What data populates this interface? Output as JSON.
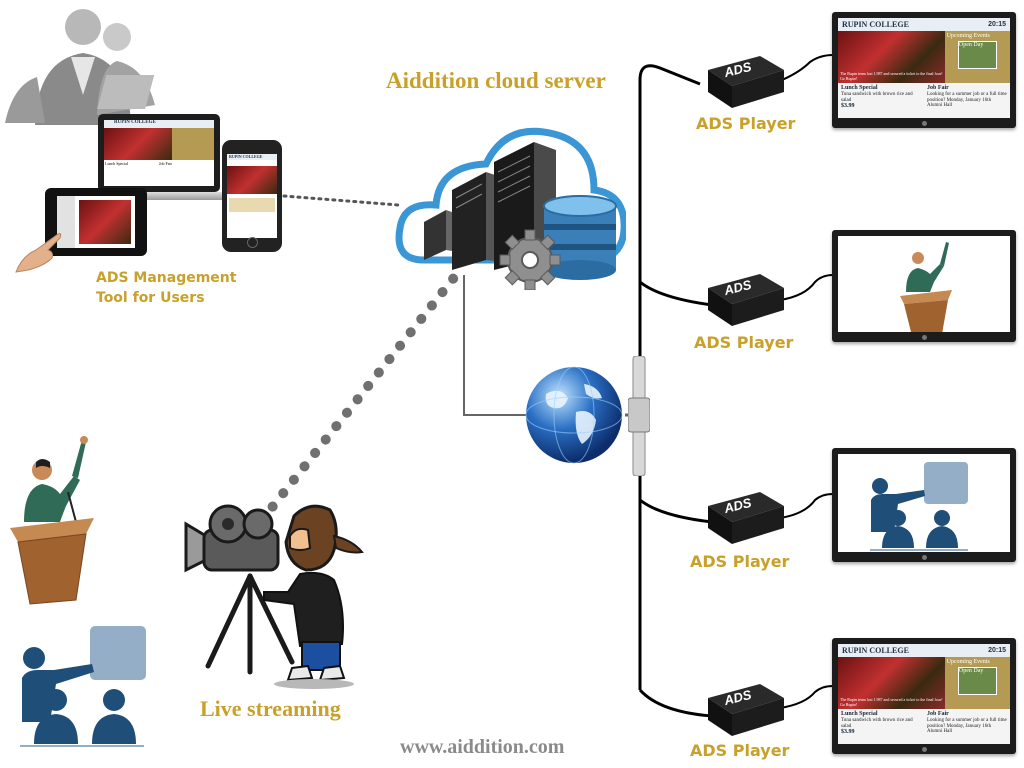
{
  "header": {
    "title": "Aiddition cloud server"
  },
  "footer": {
    "website": "www.aiddition.com"
  },
  "labels": {
    "management_tool": [
      "ADS Management",
      "Tool for Users"
    ],
    "live_streaming": "Live streaming",
    "ads_player": "ADS Player",
    "ads_box_text": "ADS"
  },
  "signage": {
    "college": "RUPIN COLLEGE",
    "time": "20:15",
    "upcoming": "Upcoming Events",
    "open_day": "Open Day",
    "caption": "The Rupin team lost 1.987 and secured a ticket to the final four! Go Rupin!",
    "lunch_title": "Lunch Special",
    "lunch_text": "Tuna sandwich with brown rice and salad",
    "lunch_price": "$3.99",
    "job_title": "Job Fair",
    "job_text": "Looking for a summer job or a full time position? Monday, January 16th Alumni Hall"
  },
  "colors": {
    "label_gold": "#c8a02a",
    "footer_gray": "#8a8a8a",
    "cloud_blue": "#3a96d4"
  }
}
